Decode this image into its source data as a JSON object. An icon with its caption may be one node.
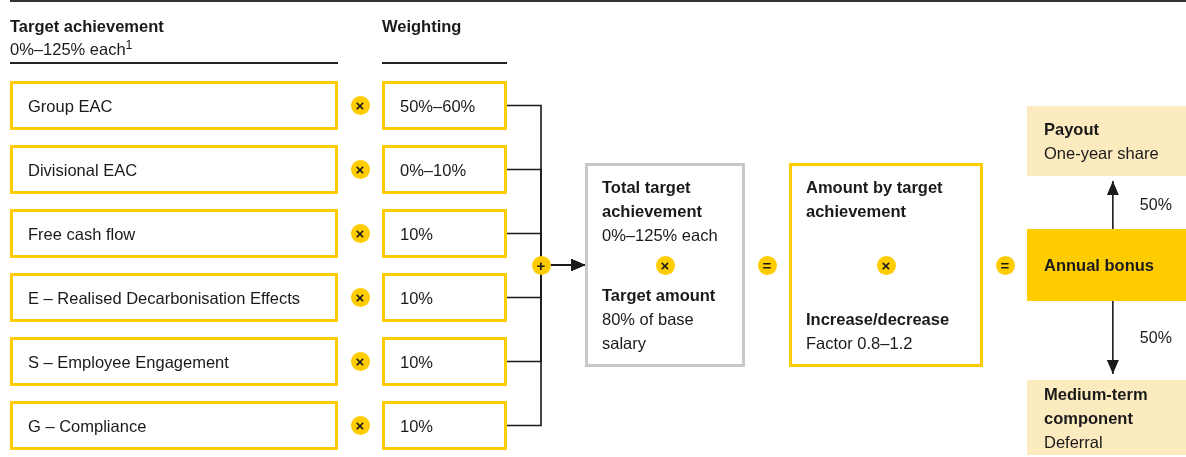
{
  "diagram": {
    "nodes": [
      {
        "text": [
          "Group EAC"
        ]
      },
      {
        "text": [
          "Divisional EAC"
        ]
      },
      {
        "text": [
          "Free cash flow"
        ]
      },
      {
        "text": [
          "E – Realised Decarbonisation Effects"
        ]
      },
      {
        "text": [
          "S – Employee Engagement"
        ]
      },
      {
        "text": [
          "G – Compliance"
        ]
      },
      {
        "text": [
          "50%–60%"
        ]
      },
      {
        "text": [
          "0%–10%"
        ]
      },
      {
        "text": [
          "10%"
        ]
      },
      {
        "text": [
          "10%"
        ]
      },
      {
        "text": [
          "10%"
        ]
      },
      {
        "text": [
          "10%"
        ]
      },
      {
        "text": [
          "Total target achievement",
          "0%–125% each",
          "Target amount",
          "80% of base salary"
        ]
      },
      {
        "text": [
          "Amount by target achievement",
          "Increase/decrease",
          "Factor 0.8–1.2"
        ]
      },
      {
        "text": [
          "Payout",
          "One-year share"
        ]
      },
      {
        "text": [
          "Annual bonus"
        ]
      },
      {
        "text": [
          "Medium-term component",
          "Deferral"
        ]
      }
    ],
    "edges": [
      {
        "from": 6,
        "to": 12,
        "arrow": "to"
      },
      {
        "from": 7,
        "to": 12,
        "arrow": "to"
      },
      {
        "from": 8,
        "to": 12,
        "arrow": "to"
      },
      {
        "from": 9,
        "to": 12,
        "arrow": "to"
      },
      {
        "from": 10,
        "to": 12,
        "arrow": "to"
      },
      {
        "from": 11,
        "to": 12,
        "arrow": "to"
      },
      {
        "from": 15,
        "to": 14,
        "arrow": "to",
        "label": "50%"
      },
      {
        "from": 15,
        "to": 16,
        "arrow": "to",
        "label": "50%"
      }
    ],
    "labels": [
      "Target achievement",
      "0%–125% each$^{1}$",
      "Weighting",
      "×",
      "×",
      "×",
      "×",
      "×",
      "×",
      "+",
      "×",
      "=",
      "×",
      "="
    ]
  }
}
